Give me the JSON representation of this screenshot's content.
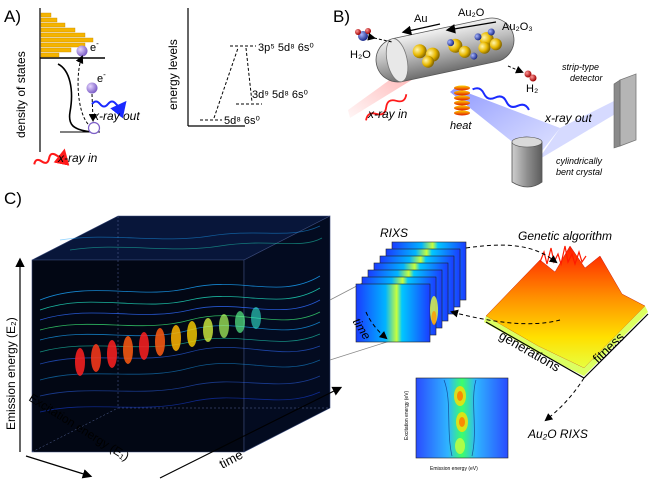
{
  "panelA": {
    "label": "A)",
    "dos_axis": "density of states",
    "energy_axis": "energy levels",
    "electron1": "e",
    "electron1_sup": "-",
    "electron2": "e",
    "electron2_sup": "-",
    "xray_out": "x-ray out",
    "xray_in": "x-ray in",
    "level_top": "3p⁵ 5d⁸ 6s⁰",
    "level_mid": "3d⁹ 5d⁸ 6s⁰",
    "level_bottom": "5d⁸ 6s⁰"
  },
  "panelB": {
    "label": "B)",
    "au": "Au",
    "au2o": "Au₂O",
    "au2o3": "Au₂O₃",
    "h2o": "H₂O",
    "h2": "H₂",
    "xray_in": "x-ray in",
    "heat": "heat",
    "xray_out": "x-ray out",
    "detector": "strip-type detector",
    "crystal": "cylindrically bent crystal"
  },
  "panelC": {
    "label": "C)",
    "emission_axis": "Emission energy (E₂)",
    "excitation_axis": "Excitation energy (E₁)",
    "time_axis": "time",
    "rixs": "RIXS",
    "rixs_time": "time",
    "genetic": "Genetic algorithm",
    "generations": "generations",
    "fitness": "fitness",
    "au2o_rixs": "Au₂O RIXS",
    "inset_x": "Emission energy (eV)",
    "inset_y": "Excitation energy (eV)"
  }
}
